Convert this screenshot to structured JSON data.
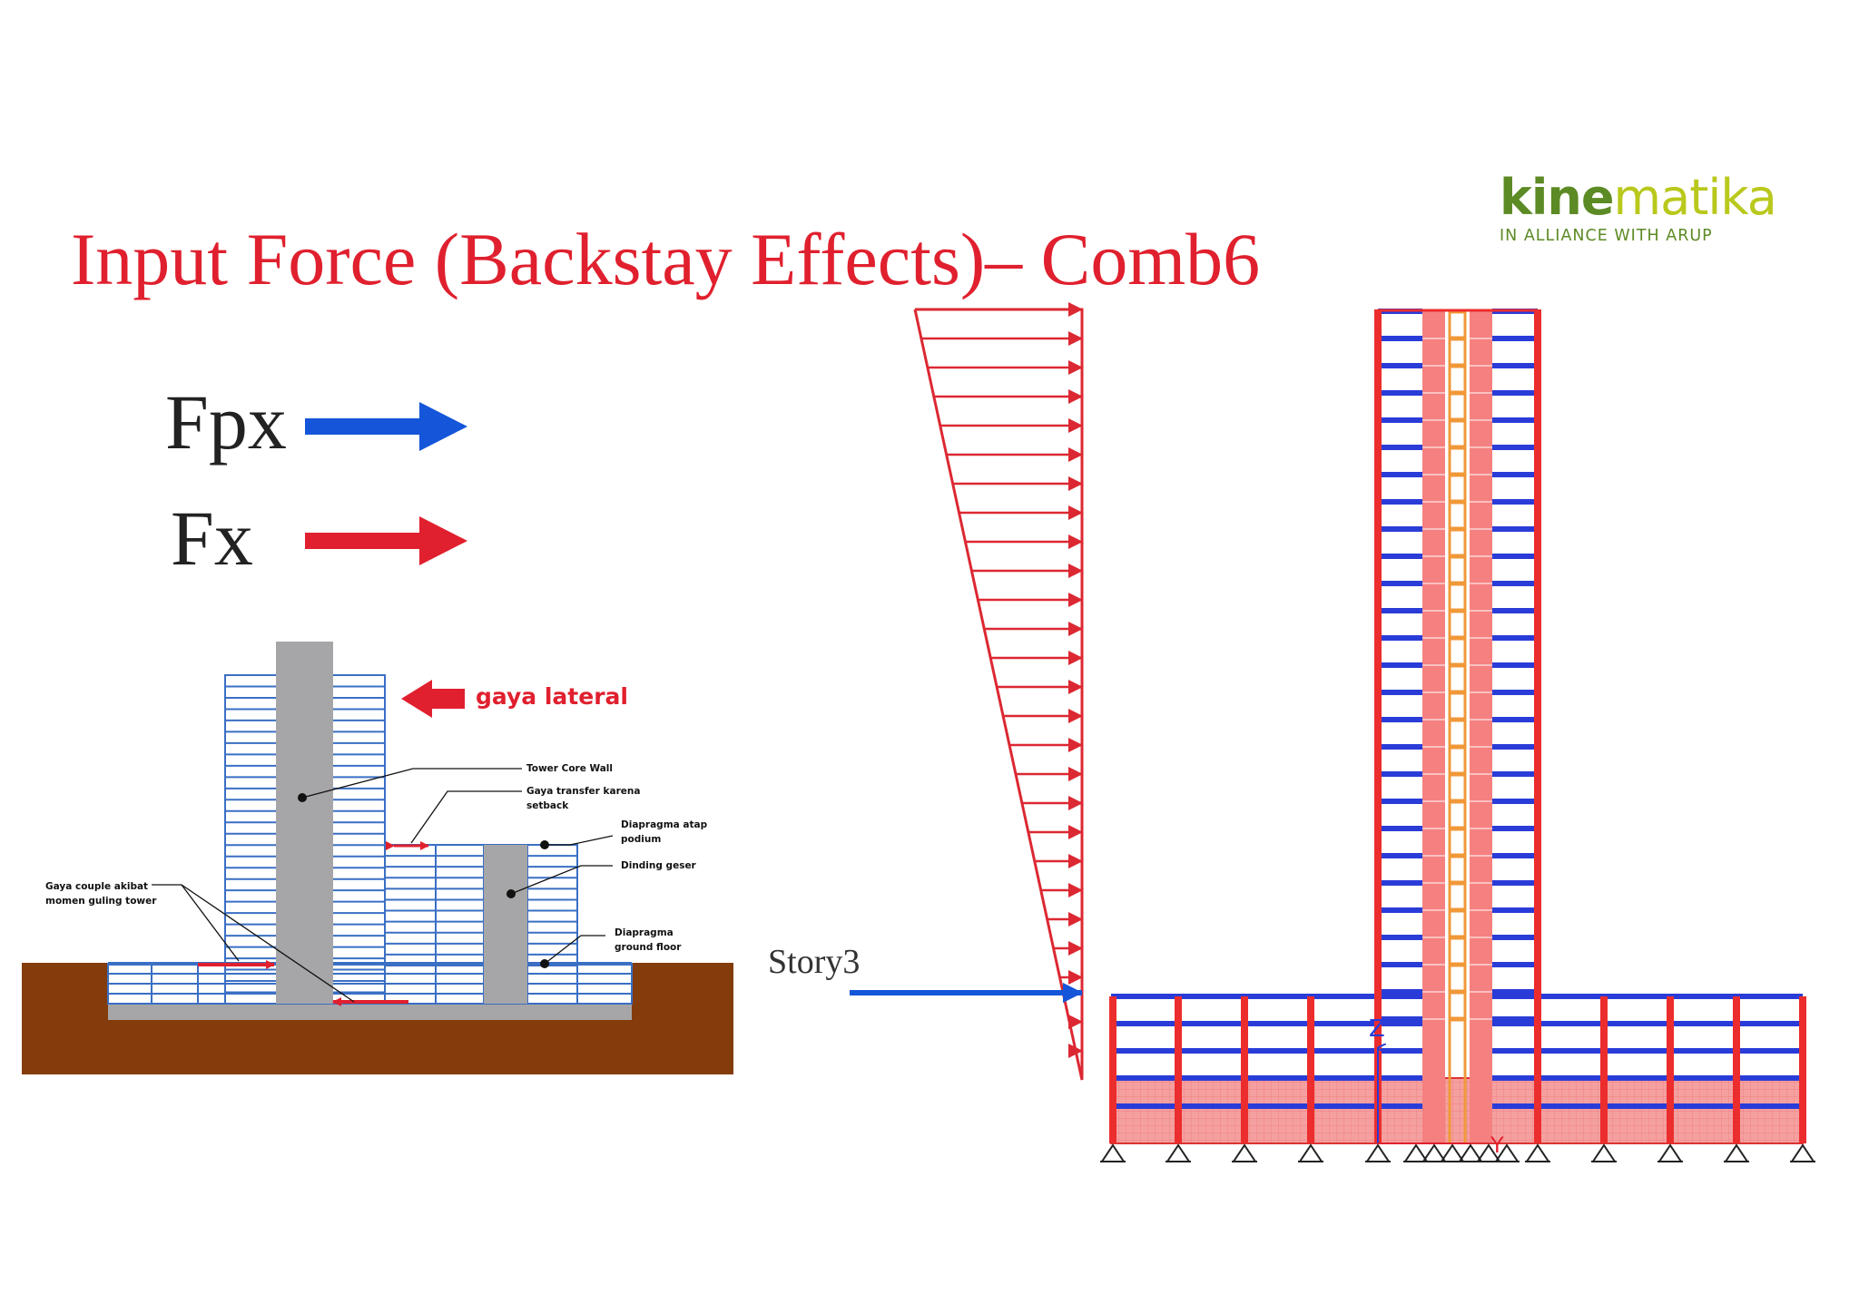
{
  "slide": {
    "title": "Input Force (Backstay Effects)– Comb6",
    "logo": {
      "word_bold": "kine",
      "word_light": "matika",
      "tagline": "IN ALLIANCE WITH ARUP"
    }
  },
  "legend": {
    "items": [
      {
        "label": "Fpx",
        "color": "#1455d9"
      },
      {
        "label": "Fx",
        "color": "#e0202e"
      }
    ]
  },
  "schematic": {
    "lateral_force_label": "gaya lateral",
    "callouts": {
      "core_wall": "Tower Core Wall",
      "transfer_1": "Gaya transfer karena",
      "transfer_2": "setback",
      "podium_1": "Diapragma atap",
      "podium_2": "podium",
      "shear_wall": "Dinding geser",
      "ground_1": "Diapragma",
      "ground_2": "ground floor",
      "couple_1": "Gaya couple akibat",
      "couple_2": "momen guling tower"
    },
    "colors": {
      "soil": "#843c0c",
      "frame": "#3a6fc4",
      "wall": "#a6a6a8",
      "force": "#e0202e"
    }
  },
  "model": {
    "story_label": "Story3",
    "axis_labels": {
      "z": "Z",
      "y": "Y"
    },
    "colors": {
      "column": "#ec2d2d",
      "beam": "#2a3cd8",
      "wall": "#f58080",
      "core": "#f09838",
      "load": "#dc2832"
    }
  }
}
